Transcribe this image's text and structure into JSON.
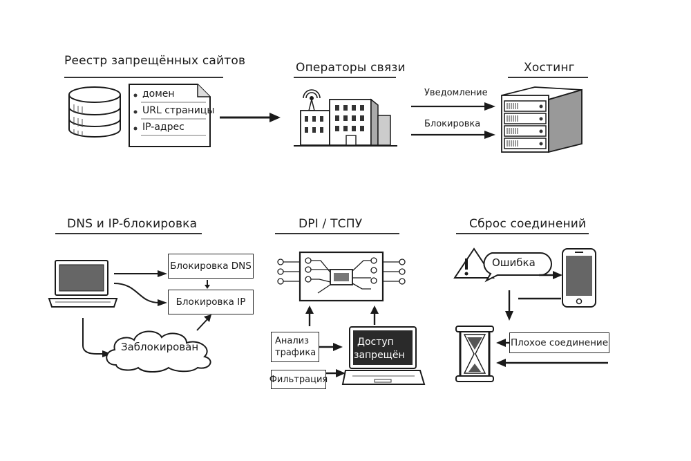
{
  "sections": {
    "registry": {
      "title": "Реестр запрещённых сайтов",
      "items": [
        "домен",
        "URL страницы",
        "IP-адрес"
      ],
      "icons": [
        "database-icon",
        "document-icon"
      ]
    },
    "operators": {
      "title": "Операторы связи",
      "icons": [
        "building-icon",
        "antenna-icon"
      ]
    },
    "hosting": {
      "title": "Хостинг",
      "arrows": [
        "Уведомление",
        "Блокировка"
      ],
      "icons": [
        "server-rack-icon"
      ]
    },
    "dns_ip": {
      "title": "DNS и IP-блокировка",
      "boxes": [
        "Блокировка DNS",
        "Блокировка IP"
      ],
      "cloud": "Заблокирован",
      "icons": [
        "laptop-icon",
        "cloud-icon"
      ]
    },
    "dpi": {
      "title": "DPI / ТСПУ",
      "boxes": [
        "Анализ\nтрафика",
        "Фильтрация"
      ],
      "box1_line1": "Анализ",
      "box1_line2": "трафика",
      "screen_line1": "Доступ",
      "screen_line2": "запрещён",
      "icons": [
        "circuit-board-icon",
        "laptop-icon"
      ]
    },
    "reset": {
      "title": "Сброс соединений",
      "bubble": "Ошибка",
      "box": "Плохое соединение",
      "icons": [
        "warning-icon",
        "smartphone-icon",
        "hourglass-icon"
      ]
    }
  }
}
